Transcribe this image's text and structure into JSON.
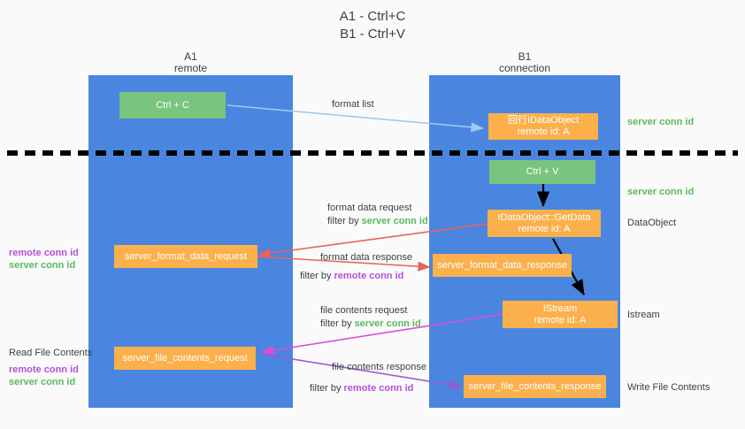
{
  "title": {
    "line1": "A1 - Ctrl+C",
    "line2": "B1 - Ctrl+V"
  },
  "columns": [
    {
      "name": "A1",
      "sub": "remote"
    },
    {
      "name": "B1",
      "sub": "connection"
    }
  ],
  "nodes": {
    "ctrl_c": {
      "label": "Ctrl + C",
      "color": "#79c47e"
    },
    "ctrl_v": {
      "label": "Ctrl + V",
      "color": "#79c47e"
    },
    "idataobject_created": {
      "line1": "回行IDataObject",
      "line2": "remote id: A",
      "color": "#fbb04c"
    },
    "idataobject_getdata": {
      "line1": "IDataObject::GetData",
      "line2": "remote id: A",
      "color": "#fbb04c"
    },
    "istream": {
      "line1": "IStream",
      "line2": "remote id: A",
      "color": "#fbb04c"
    },
    "server_format_data_request": {
      "label": "server_format_data_request",
      "color": "#fbb04c"
    },
    "server_format_data_response": {
      "label": "server_format_data_response",
      "color": "#fbb04c"
    },
    "server_file_contents_request": {
      "label": "server_file_contents_request",
      "color": "#fbb04c"
    },
    "server_file_contents_response": {
      "label": "server_file_contents_response",
      "color": "#fbb04c"
    }
  },
  "edges": {
    "format_list": {
      "caption": "format list"
    },
    "format_data_request": {
      "caption": "format data request",
      "filter_prefix": "filter by ",
      "filter_value": "server conn id"
    },
    "format_data_response": {
      "caption": "format data response",
      "filter_prefix": "filter by ",
      "filter_value": "remote conn id"
    },
    "file_contents_request": {
      "caption": "file contents request",
      "filter_prefix": "filter by ",
      "filter_value": "server conn id"
    },
    "file_contents_response": {
      "caption": "file contents response",
      "filter_prefix": "filter by ",
      "filter_value": "remote conn id"
    }
  },
  "right_labels": {
    "server_conn_id_top": "server conn id",
    "server_conn_id_mid": "server conn id",
    "dataobject": "DataObject",
    "istream": "Istream",
    "write_file_contents": "Write File Contents"
  },
  "left_labels": {
    "remote_conn_id_1": "remote conn id",
    "server_conn_id_1": "server conn id",
    "read_file_contents": "Read File Contents",
    "remote_conn_id_2": "remote conn id",
    "server_conn_id_2": "server conn id"
  },
  "colors": {
    "lane": "#4a86e0",
    "green_box": "#79c47e",
    "orange_box": "#fbb04c",
    "background": "#fafafa",
    "arrow_light_blue": "#9ecbf0",
    "arrow_red": "#e8635e",
    "arrow_magenta": "#d94fd6",
    "arrow_purple": "#9b59d0",
    "arrow_black": "#000000",
    "divider": "#000000",
    "green_text": "#5cb85f",
    "purple_text": "#b84fd6",
    "body_text": "#3c4043"
  }
}
